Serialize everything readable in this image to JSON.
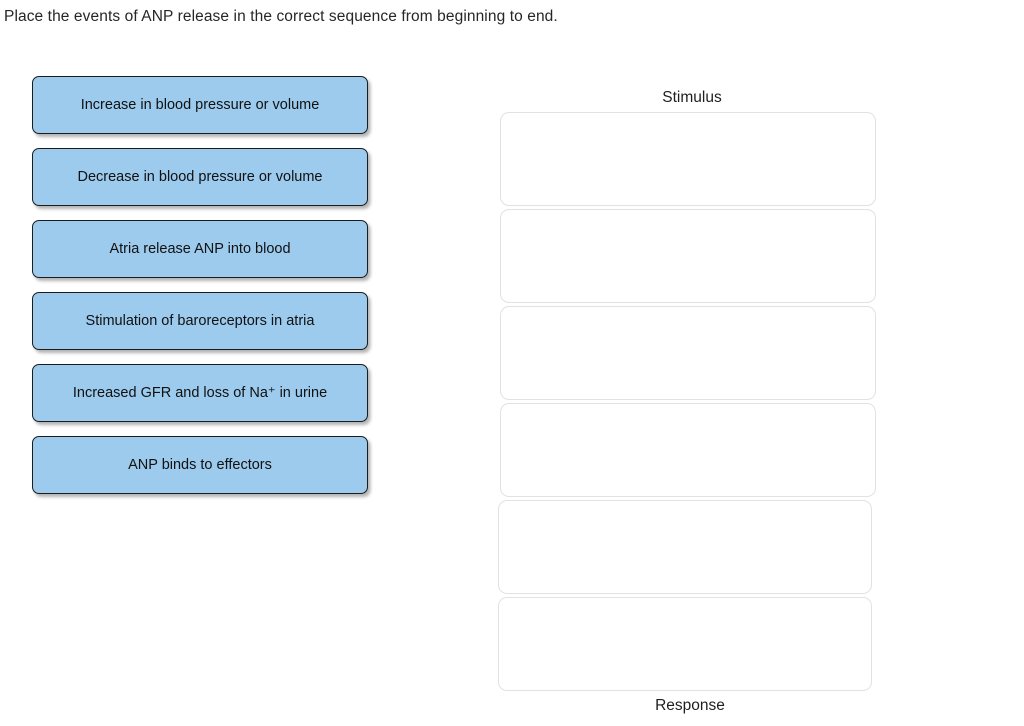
{
  "prompt": {
    "text": "Place the events of ANP release in the correct sequence from beginning to end."
  },
  "drag_bank": {
    "name": "event-choices",
    "cards": [
      {
        "id": "increase-bp-volume",
        "label": "Increase in blood pressure or volume"
      },
      {
        "id": "decrease-bp-volume",
        "label": "Decrease in blood pressure or volume"
      },
      {
        "id": "atria-release-anp",
        "label": "Atria release ANP into blood"
      },
      {
        "id": "stimulation-baroreceptors",
        "label": "Stimulation of baroreceptors in atria"
      },
      {
        "id": "increased-gfr-na-loss",
        "label": "Increased GFR and loss of Na⁺ in urine"
      },
      {
        "id": "anp-binds-effectors",
        "label": "ANP binds to effectors"
      }
    ]
  },
  "sequence": {
    "top_label": "Stimulus",
    "bottom_label": "Response",
    "slots": [
      {
        "index": 1,
        "value": ""
      },
      {
        "index": 2,
        "value": ""
      },
      {
        "index": 3,
        "value": ""
      },
      {
        "index": 4,
        "value": ""
      },
      {
        "index": 5,
        "value": ""
      },
      {
        "index": 6,
        "value": ""
      }
    ]
  },
  "colors": {
    "card_fill": "#9CCBEE",
    "card_border": "#1C1C1C",
    "dropzone_border": "#E2E2E2",
    "page_background": "#FFFFFF",
    "text": "#111111"
  }
}
